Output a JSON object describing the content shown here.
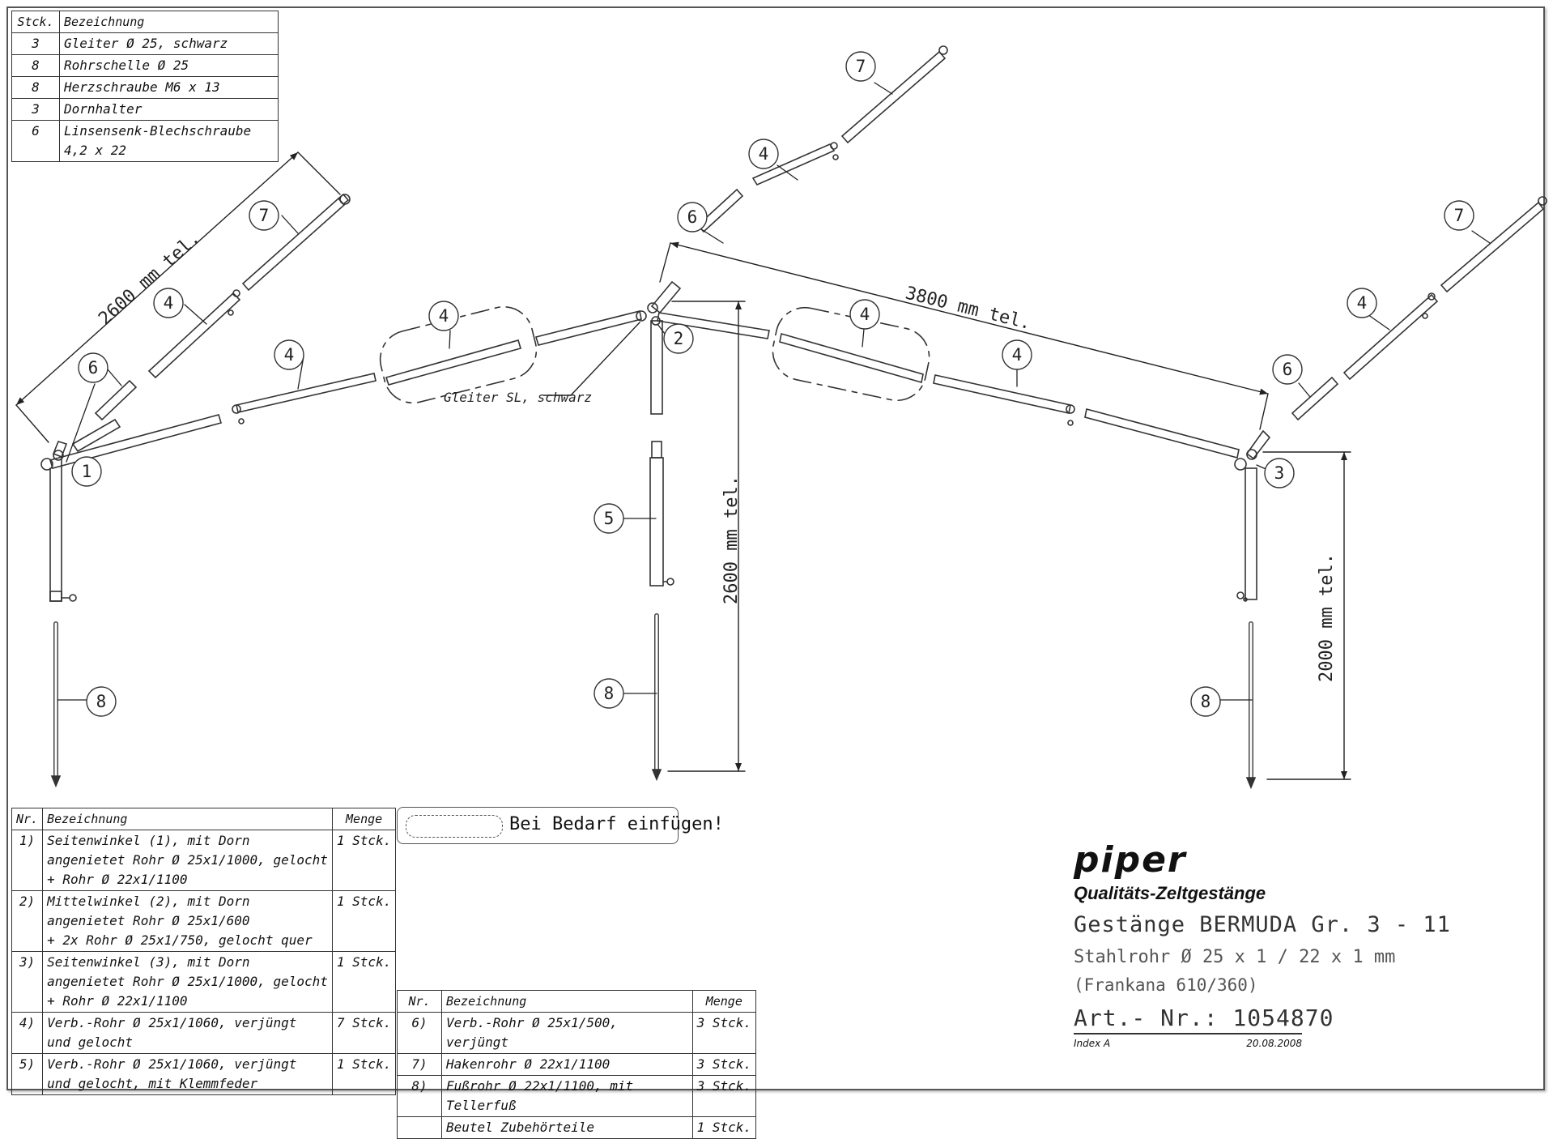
{
  "small_parts_table": {
    "headers": {
      "qty": "Stck.",
      "name": "Bezeichnung"
    },
    "rows": [
      {
        "qty": "3",
        "name": "Gleiter Ø 25, schwarz"
      },
      {
        "qty": "8",
        "name": "Rohrschelle Ø 25"
      },
      {
        "qty": "8",
        "name": "Herzschraube M6 x 13"
      },
      {
        "qty": "3",
        "name": "Dornhalter"
      },
      {
        "qty": "6",
        "name": "Linsensenk-Blechschraube 4,2 x 22"
      }
    ]
  },
  "main_parts_table": {
    "headers": {
      "nr": "Nr.",
      "name": "Bezeichnung",
      "qty": "Menge"
    },
    "rows": [
      {
        "nr": "1)",
        "lines": [
          "Seitenwinkel (1), mit Dorn",
          "angenietet Rohr Ø 25x1/1000, gelocht",
          "+ Rohr Ø 22x1/1100"
        ],
        "qty": "1 Stck."
      },
      {
        "nr": "2)",
        "lines": [
          "Mittelwinkel (2), mit Dorn",
          "angenietet Rohr Ø 25x1/600",
          "+ 2x Rohr Ø 25x1/750, gelocht quer"
        ],
        "qty": "1 Stck."
      },
      {
        "nr": "3)",
        "lines": [
          "Seitenwinkel (3), mit Dorn",
          "angenietet Rohr Ø 25x1/1000, gelocht",
          "+ Rohr Ø 22x1/1100"
        ],
        "qty": "1 Stck."
      },
      {
        "nr": "4)",
        "lines": [
          "Verb.-Rohr Ø 25x1/1060, verjüngt",
          "und gelocht"
        ],
        "qty": "7 Stck."
      },
      {
        "nr": "5)",
        "lines": [
          "Verb.-Rohr Ø 25x1/1060, verjüngt",
          "und gelocht, mit Klemmfeder"
        ],
        "qty": "1 Stck."
      }
    ]
  },
  "extra_parts_table": {
    "headers": {
      "nr": "Nr.",
      "name": "Bezeichnung",
      "qty": "Menge"
    },
    "rows": [
      {
        "nr": "6)",
        "name": "Verb.-Rohr Ø 25x1/500, verjüngt",
        "qty": "3 Stck."
      },
      {
        "nr": "7)",
        "name": "Hakenrohr Ø 22x1/1100",
        "qty": "3 Stck."
      },
      {
        "nr": "8)",
        "name": "Fußrohr Ø 22x1/1100, mit Tellerfuß",
        "qty": "3 Stck."
      },
      {
        "nr": "",
        "name": "Beutel Zubehörteile",
        "qty": "1 Stck."
      }
    ]
  },
  "optional_legend": {
    "label": "Bei Bedarf einfügen!"
  },
  "title_block": {
    "brand": "piper",
    "tagline": "Qualitäts-Zeltgestänge",
    "product": "Gestänge BERMUDA   Gr. 3 - 11",
    "material": "Stahlrohr Ø 25 x 1 / 22  x 1 mm",
    "reference": "(Frankana 610/360)",
    "article": "Art.- Nr.: 1054870",
    "index": "Index A",
    "date": "20.08.2008"
  },
  "diagram": {
    "dimension_left": "2600 mm tel.",
    "dimension_top": "3800 mm tel.",
    "dimension_center_height": "2600 mm tel.",
    "dimension_right_height": "2000 mm tel.",
    "glider_label": "Gleiter SL, schwarz",
    "callouts": {
      "c1": "1",
      "c2": "2",
      "c3": "3",
      "c4": "4",
      "c5": "5",
      "c6": "6",
      "c7": "7",
      "c8": "8"
    }
  }
}
